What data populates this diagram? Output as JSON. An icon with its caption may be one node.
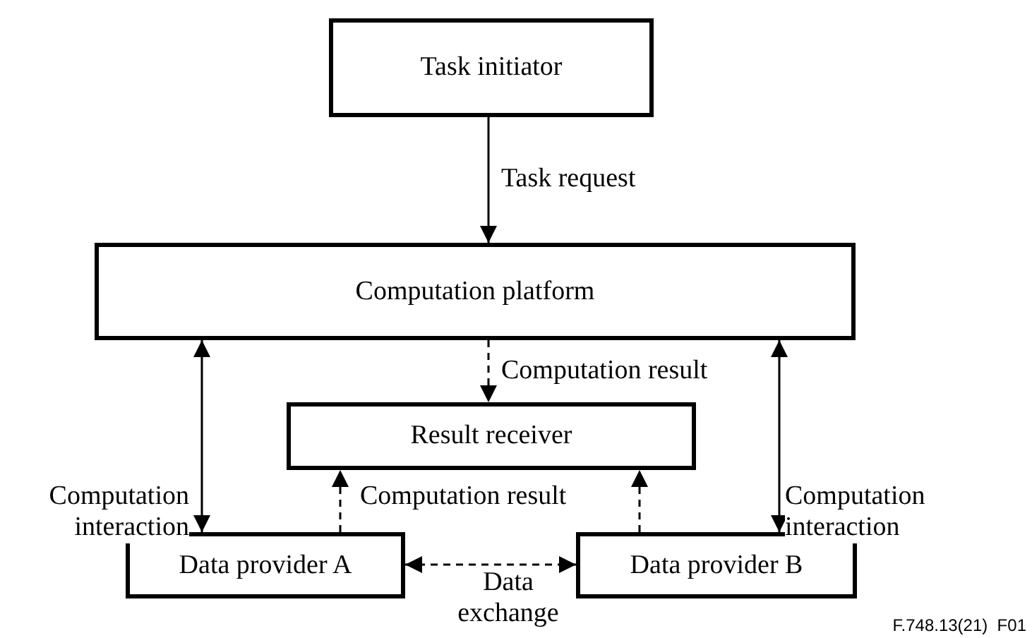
{
  "diagram": {
    "nodes": [
      {
        "text": [
          "Task initiator"
        ]
      },
      {
        "text": [
          "Computation platform"
        ]
      },
      {
        "text": [
          "Result receiver"
        ]
      },
      {
        "text": [
          "Data provider A"
        ]
      },
      {
        "text": [
          "Data provider B"
        ]
      }
    ],
    "edges": [
      {
        "from": 0,
        "to": 1,
        "arrow": "to",
        "label": "Task request"
      },
      {
        "from": 1,
        "to": 3,
        "arrow": "both",
        "label": "Computation interaction"
      },
      {
        "from": 1,
        "to": 2,
        "arrow": "to",
        "style": "dashed",
        "label": "Computation result"
      },
      {
        "from": 1,
        "to": 4,
        "arrow": "both",
        "label": "Computation interaction"
      },
      {
        "from": 3,
        "to": 2,
        "arrow": "to",
        "style": "dashed",
        "label": "Computation result"
      },
      {
        "from": 4,
        "to": 2,
        "arrow": "to",
        "style": "dashed"
      },
      {
        "from": 3,
        "to": 4,
        "arrow": "both",
        "style": "dashed",
        "label": "Data exchange"
      }
    ],
    "labels": [
      "F.748.13(21)  F01"
    ]
  }
}
